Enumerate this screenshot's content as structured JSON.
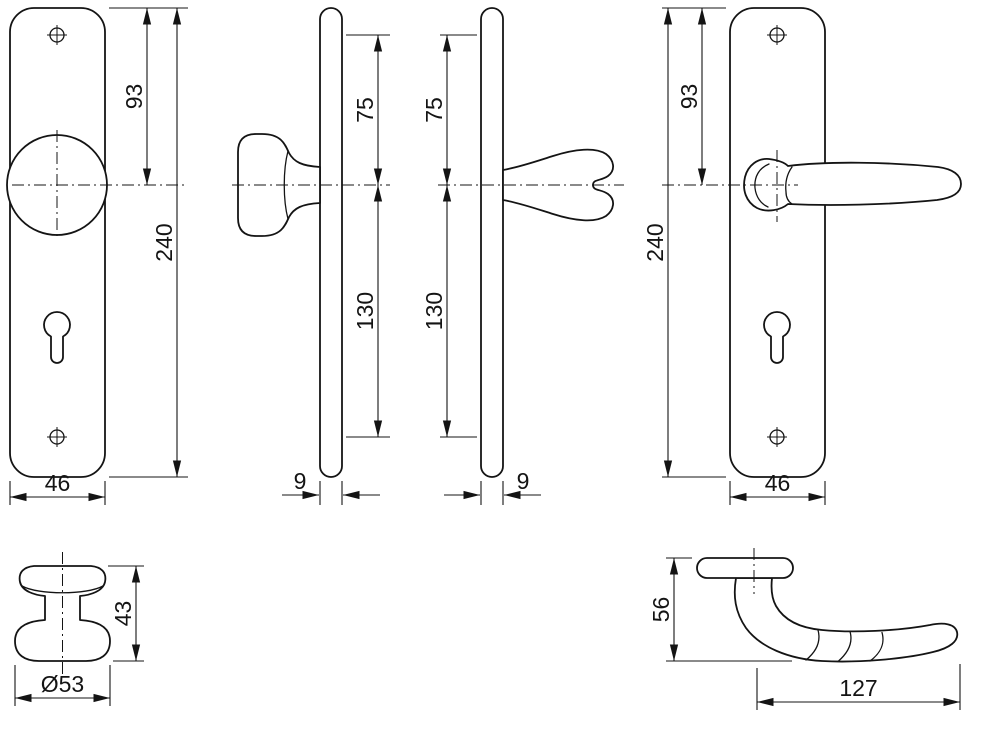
{
  "colors": {
    "line": "#141414",
    "background": "#ffffff"
  },
  "views": {
    "front_knob_plate": {
      "d_top_to_center": "93",
      "d_total_height": "240",
      "d_width": "46"
    },
    "side_knob_plate": {
      "d_screw_to_center": "75",
      "d_center_to_screw": "130",
      "d_thickness": "9"
    },
    "side_lever_plate": {
      "d_screw_to_center": "75",
      "d_center_to_screw": "130",
      "d_thickness": "9"
    },
    "front_lever_plate": {
      "d_top_to_center": "93",
      "d_total_height": "240",
      "d_width": "46"
    },
    "knob_detail": {
      "d_height": "43",
      "d_diameter": "Ø53"
    },
    "lever_detail": {
      "d_height": "56",
      "d_length": "127"
    }
  }
}
